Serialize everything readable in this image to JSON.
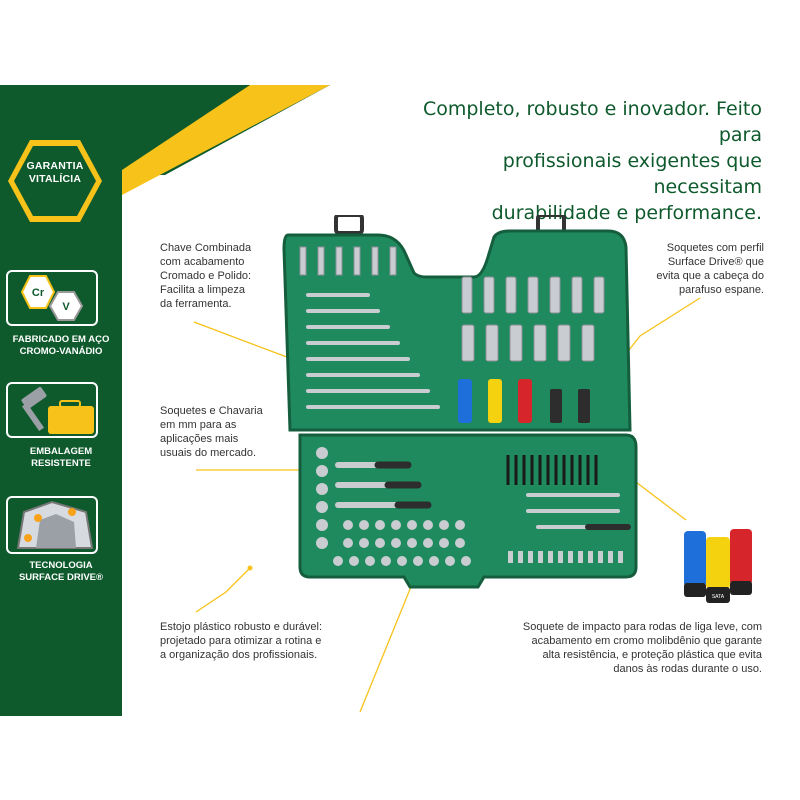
{
  "badge": {
    "line1": "GARANTIA",
    "line2": "VITALÍCIA"
  },
  "features": [
    {
      "icon": "chrome-vanadium-icon",
      "line1": "FABRICADO EM AÇO",
      "line2": "CROMO-VANÁDIO",
      "cr": "Cr",
      "v": "V"
    },
    {
      "icon": "hammer-case-icon",
      "line1": "EMBALAGEM",
      "line2": "RESISTENTE"
    },
    {
      "icon": "surface-drive-icon",
      "line1": "TECNOLOGIA",
      "line2": "SURFACE DRIVE®"
    }
  ],
  "headline": {
    "line1": "Completo, robusto e inovador. Feito para",
    "line2": "profissionais exigentes que necessitam",
    "line3": "durabilidade e performance."
  },
  "callouts": {
    "chave": [
      "Chave Combinada",
      "com acabamento",
      "Cromado e Polido:",
      "Facilita a limpeza",
      "da ferramenta."
    ],
    "soquetes_mm": [
      "Soquetes e Chavaria",
      "em mm para as",
      "aplicações mais",
      "usuais do mercado."
    ],
    "estojo": [
      "Estojo plástico robusto e durável:",
      "projetado para otimizar a rotina e",
      "a organização dos profissionais."
    ],
    "surface": [
      "Soquetes com perfil",
      "Surface Drive® que",
      "evita que a cabeça do",
      "parafuso espane."
    ],
    "impacto": [
      "Soquete de impacto para rodas de liga leve, com",
      "acabamento em cromo molibdênio que garante",
      "alta resistência, e proteção plástica que evita",
      "danos às rodas durante o uso."
    ]
  },
  "colors": {
    "green": "#0e5a2c",
    "case_green": "#1f8a5e",
    "yellow": "#f7c21a",
    "text": "#333333"
  },
  "impact_sockets": {
    "brand_label": "SATA"
  }
}
